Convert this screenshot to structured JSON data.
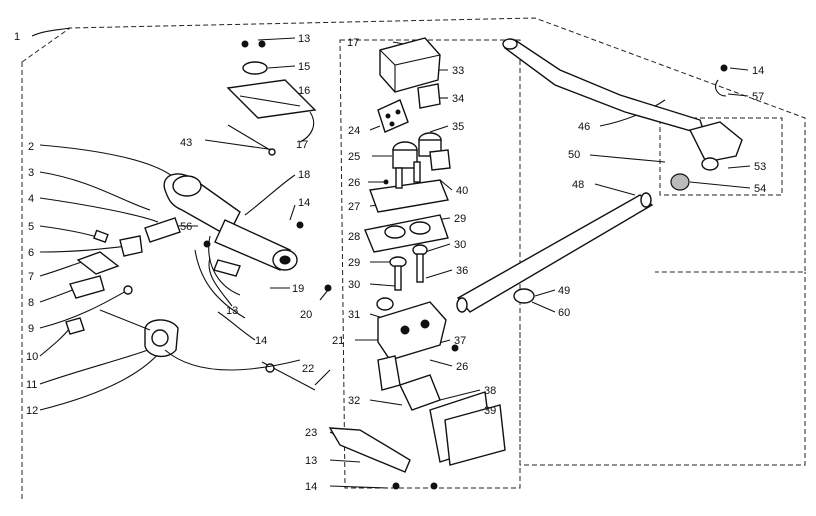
{
  "diagram": {
    "labels": [
      {
        "id": "c1",
        "text": "1"
      },
      {
        "id": "c2",
        "text": "2"
      },
      {
        "id": "c3",
        "text": "3"
      },
      {
        "id": "c4",
        "text": "4"
      },
      {
        "id": "c5",
        "text": "5"
      },
      {
        "id": "c6",
        "text": "6"
      },
      {
        "id": "c7",
        "text": "7"
      },
      {
        "id": "c8",
        "text": "8"
      },
      {
        "id": "c9",
        "text": "9"
      },
      {
        "id": "c10",
        "text": "10"
      },
      {
        "id": "c11",
        "text": "11"
      },
      {
        "id": "c12",
        "text": "12"
      },
      {
        "id": "c13a",
        "text": "13"
      },
      {
        "id": "c15",
        "text": "15"
      },
      {
        "id": "c16",
        "text": "16"
      },
      {
        "id": "c17a",
        "text": "17"
      },
      {
        "id": "c43",
        "text": "43"
      },
      {
        "id": "c18",
        "text": "18"
      },
      {
        "id": "c14a",
        "text": "14"
      },
      {
        "id": "c56",
        "text": "56"
      },
      {
        "id": "c13b",
        "text": "13"
      },
      {
        "id": "c19",
        "text": "19"
      },
      {
        "id": "c14b",
        "text": "14"
      },
      {
        "id": "c20",
        "text": "20"
      },
      {
        "id": "c22",
        "text": "22"
      },
      {
        "id": "c17b",
        "text": "17"
      },
      {
        "id": "c33",
        "text": "33"
      },
      {
        "id": "c34",
        "text": "34"
      },
      {
        "id": "c24",
        "text": "24"
      },
      {
        "id": "c35",
        "text": "35"
      },
      {
        "id": "c25",
        "text": "25"
      },
      {
        "id": "c26a",
        "text": "26"
      },
      {
        "id": "c40",
        "text": "40"
      },
      {
        "id": "c27",
        "text": "27"
      },
      {
        "id": "c29a",
        "text": "29"
      },
      {
        "id": "c28",
        "text": "28"
      },
      {
        "id": "c30a",
        "text": "30"
      },
      {
        "id": "c29b",
        "text": "29"
      },
      {
        "id": "c36",
        "text": "36"
      },
      {
        "id": "c30b",
        "text": "30"
      },
      {
        "id": "c31",
        "text": "31"
      },
      {
        "id": "c21",
        "text": "21"
      },
      {
        "id": "c37",
        "text": "37"
      },
      {
        "id": "c26b",
        "text": "26"
      },
      {
        "id": "c38",
        "text": "38"
      },
      {
        "id": "c32",
        "text": "32"
      },
      {
        "id": "c39",
        "text": "39"
      },
      {
        "id": "c23",
        "text": "23"
      },
      {
        "id": "c13c",
        "text": "13"
      },
      {
        "id": "c14c",
        "text": "14"
      },
      {
        "id": "c14d",
        "text": "14"
      },
      {
        "id": "c57",
        "text": "57"
      },
      {
        "id": "c46",
        "text": "46"
      },
      {
        "id": "c50",
        "text": "50"
      },
      {
        "id": "c53",
        "text": "53"
      },
      {
        "id": "c54",
        "text": "54"
      },
      {
        "id": "c48",
        "text": "48"
      },
      {
        "id": "c49",
        "text": "49"
      },
      {
        "id": "c60",
        "text": "60"
      }
    ]
  }
}
